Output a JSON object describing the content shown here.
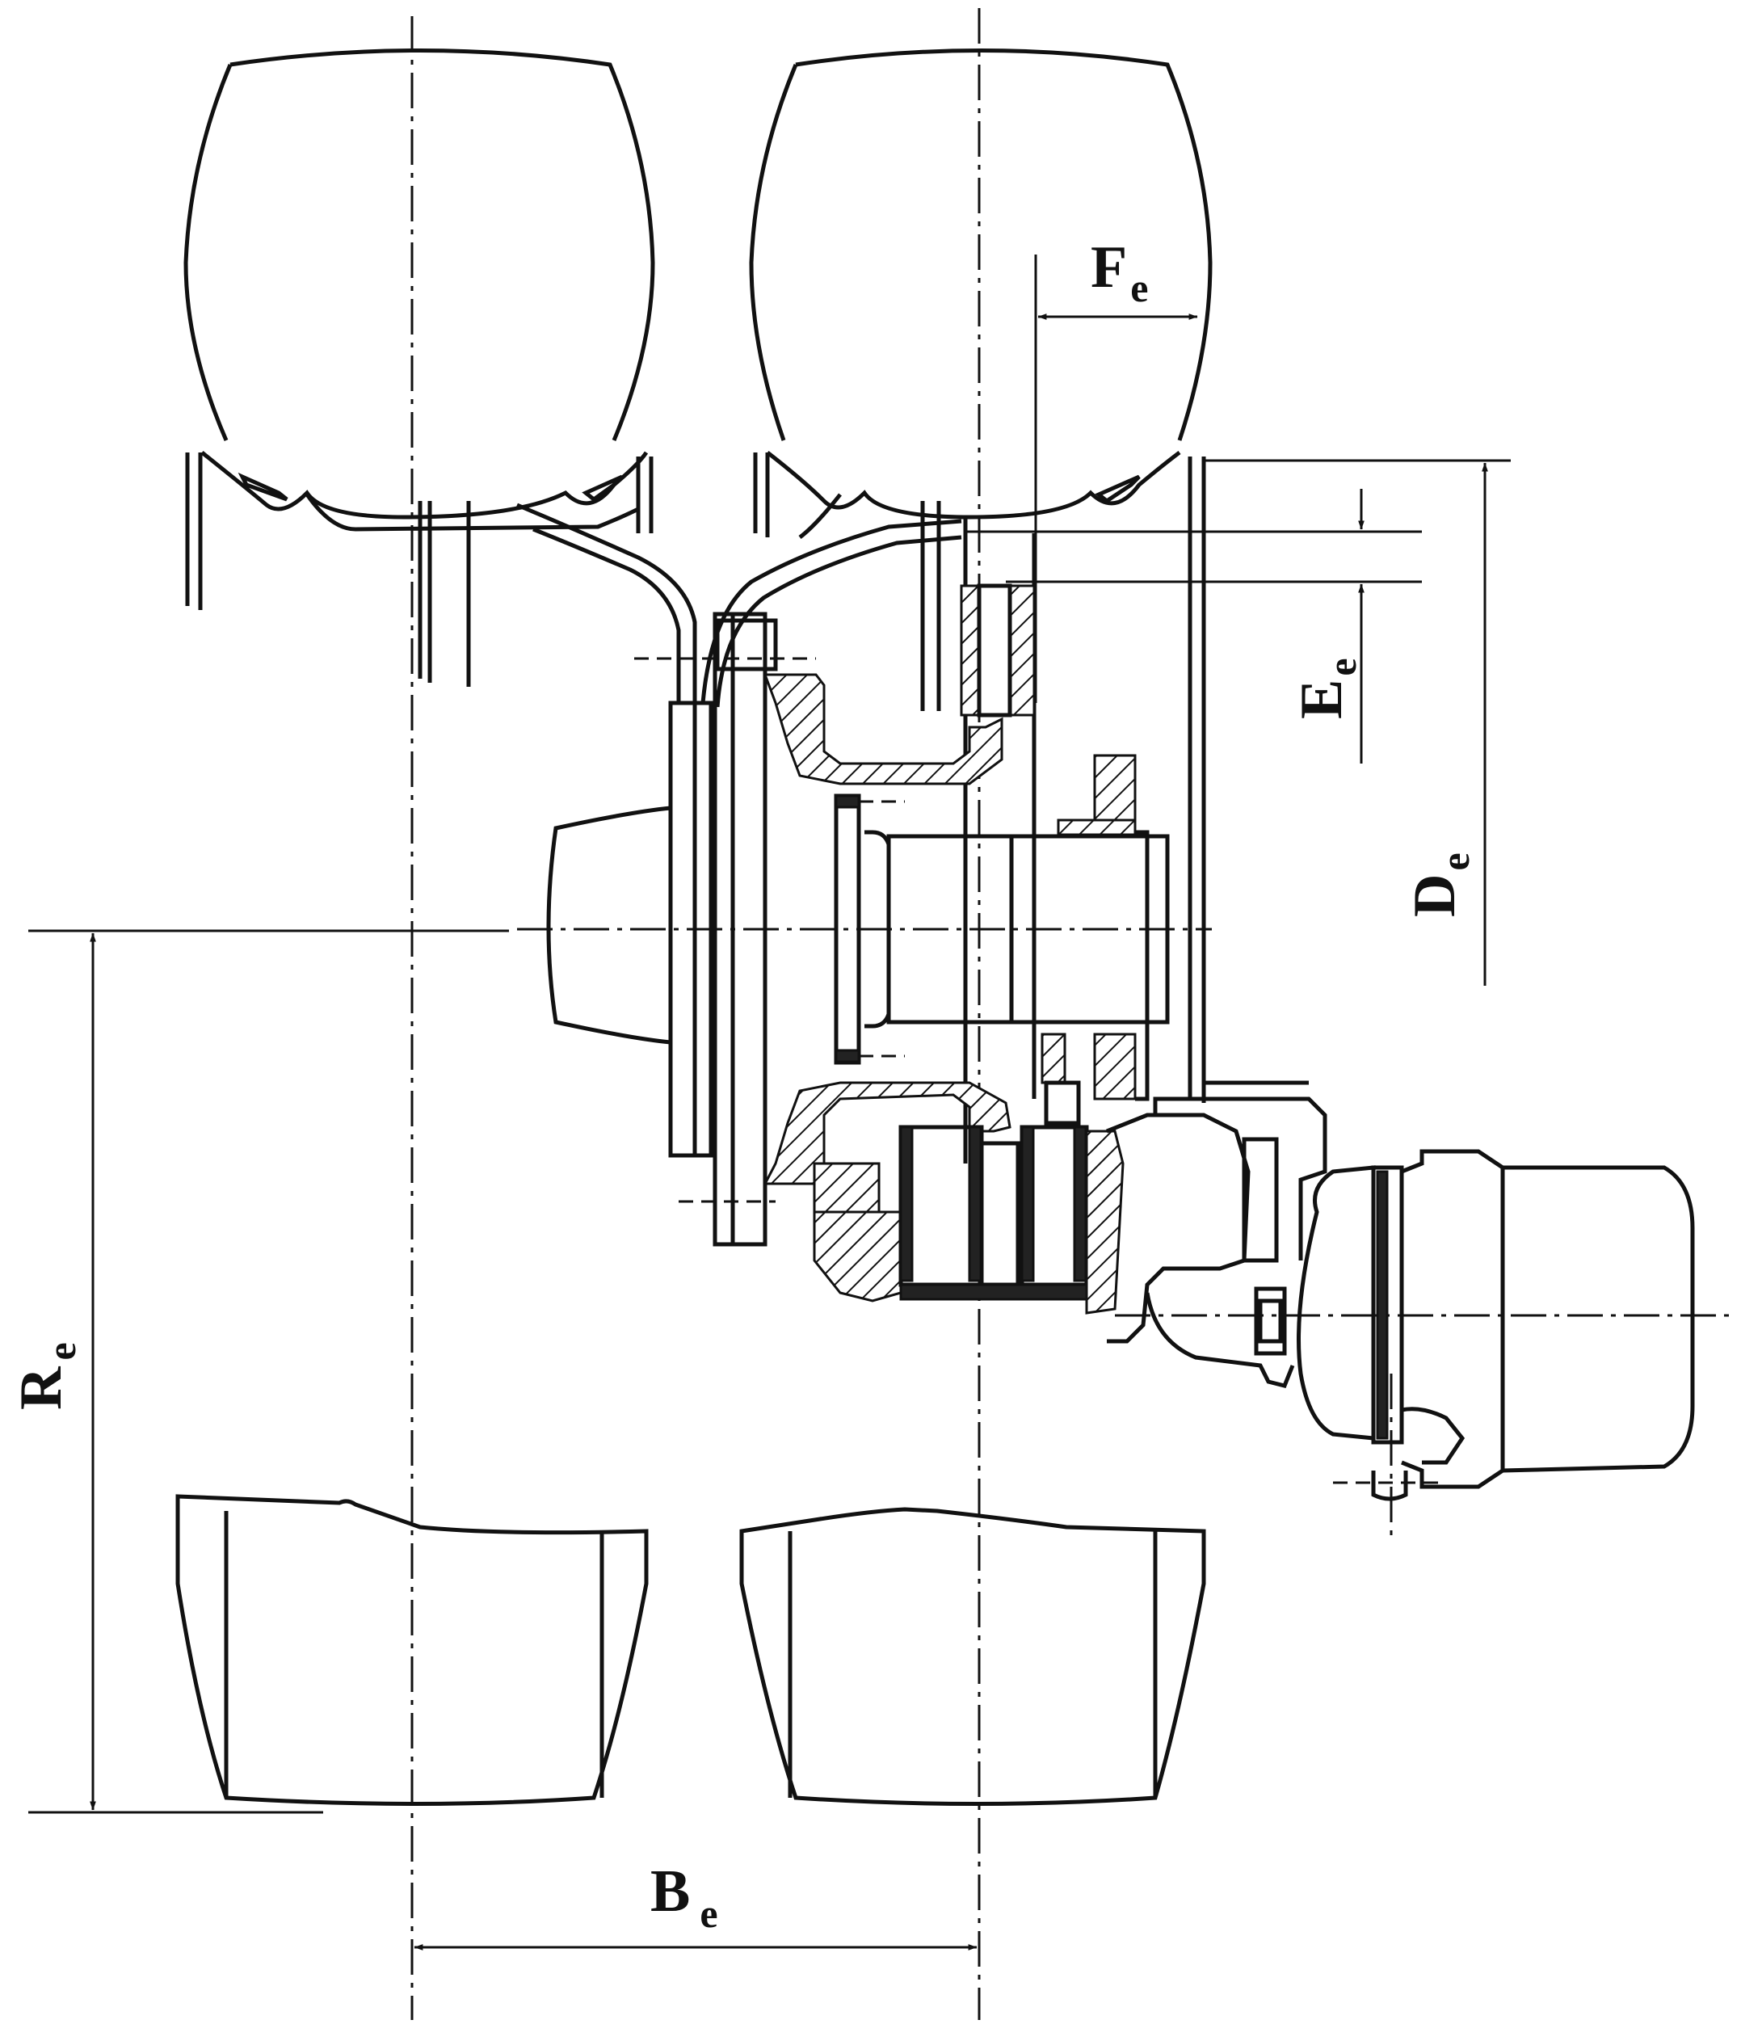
{
  "labels": {
    "fe": {
      "main": "F",
      "sub": "e"
    },
    "ee": {
      "main": "E",
      "sub": "e"
    },
    "de": {
      "main": "D",
      "sub": "e"
    },
    "re": {
      "main": "R",
      "sub": "e"
    },
    "be": {
      "main": "B",
      "sub": "e"
    }
  }
}
